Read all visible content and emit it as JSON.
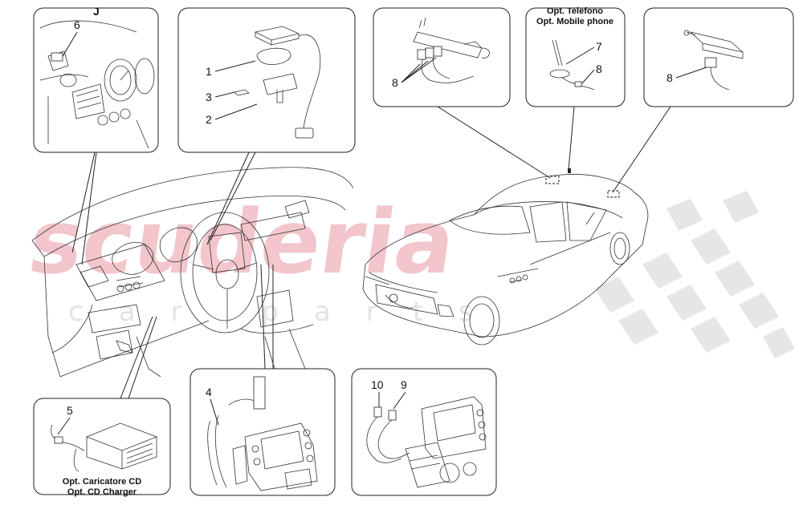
{
  "watermark": {
    "main": "scuderia",
    "sub": "car parts"
  },
  "callouts": {
    "j": "J",
    "n1": "1",
    "n2": "2",
    "n3": "3",
    "n4": "4",
    "n5": "5",
    "n6": "6",
    "n7": "7",
    "n8a": "8",
    "n8b": "8",
    "n8c": "8",
    "n9": "9",
    "n10": "10"
  },
  "captions": {
    "phone_it": "Opt. Telefono",
    "phone_en": "Opt. Mobile phone",
    "cd_it": "Opt. Caricatore CD",
    "cd_en": "Opt. CD Charger"
  },
  "colors": {
    "watermark_red": "#f2c6cc",
    "watermark_grey": "#e3e3e3",
    "line": "#222222"
  }
}
